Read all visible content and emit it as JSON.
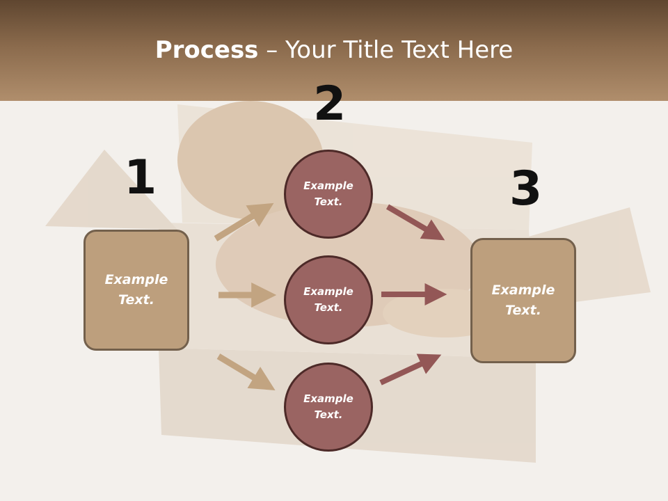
{
  "slide": {
    "title_bold": "Process",
    "title_rest": " – Your Title Text Here"
  },
  "steps": {
    "one": "1",
    "two": "2",
    "three": "3"
  },
  "nodes": {
    "left_box": "Example Text.",
    "circle_top": "Example Text.",
    "circle_middle": "Example Text.",
    "circle_bottom": "Example Text.",
    "right_box": "Example Text."
  },
  "colors": {
    "header": "#8a6a4c",
    "box_fill": "#bd9f7d",
    "circle_fill": "#9a6462",
    "arrow_tan": "#c2a481",
    "arrow_red": "#935756"
  }
}
